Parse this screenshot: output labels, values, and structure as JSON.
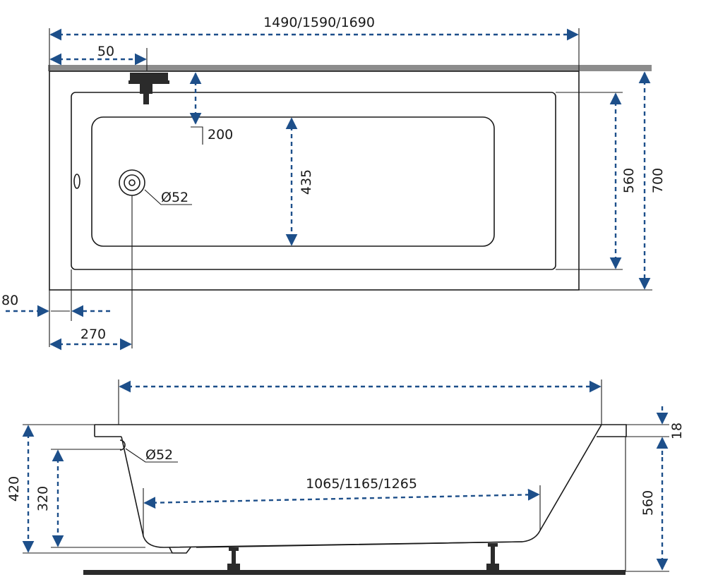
{
  "top_view": {
    "labels": {
      "total_length": "1490/1590/1690",
      "tap_offset": "50",
      "tap_depth": "200",
      "inner_width": "435",
      "outer_width_inner": "560",
      "outer_width": "700",
      "drain_diameter": "Ø52",
      "drain_offset": "80",
      "drain_position": "270"
    }
  },
  "side_view": {
    "labels": {
      "height_total": "420",
      "overflow_height": "320",
      "drain_diameter": "Ø52",
      "bottom_length": "1065/1165/1265",
      "rim_thickness": "18",
      "apron_height": "560"
    }
  },
  "colors": {
    "dimension": "#1d4f8a",
    "outline": "#1a1a1a",
    "wall": "#8c8c8c"
  }
}
